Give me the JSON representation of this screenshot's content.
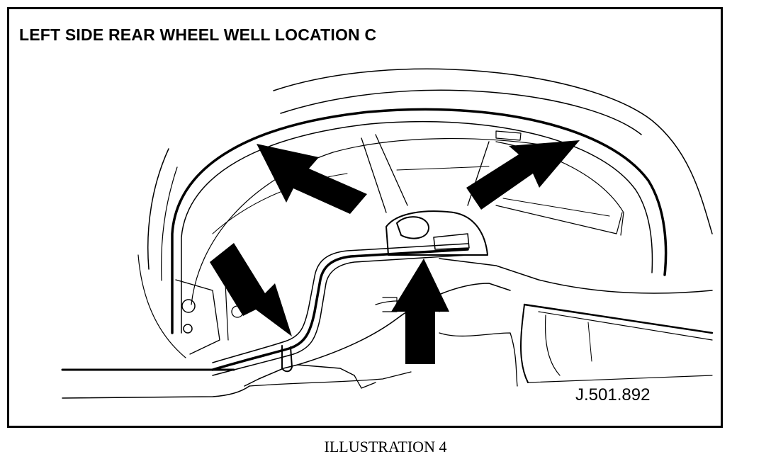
{
  "diagram": {
    "title": "LEFT SIDE REAR WHEEL WELL LOCATION C",
    "reference_number": "J.501.892",
    "caption": "ILLUSTRATION 4",
    "arrows": [
      {
        "id": "arrow-upper-left",
        "icon": "arrow-down-right"
      },
      {
        "id": "arrow-upper-right",
        "icon": "arrow-up-right"
      },
      {
        "id": "arrow-lower-left",
        "icon": "arrow-down-right"
      },
      {
        "id": "arrow-bottom-center",
        "icon": "arrow-up"
      }
    ]
  }
}
